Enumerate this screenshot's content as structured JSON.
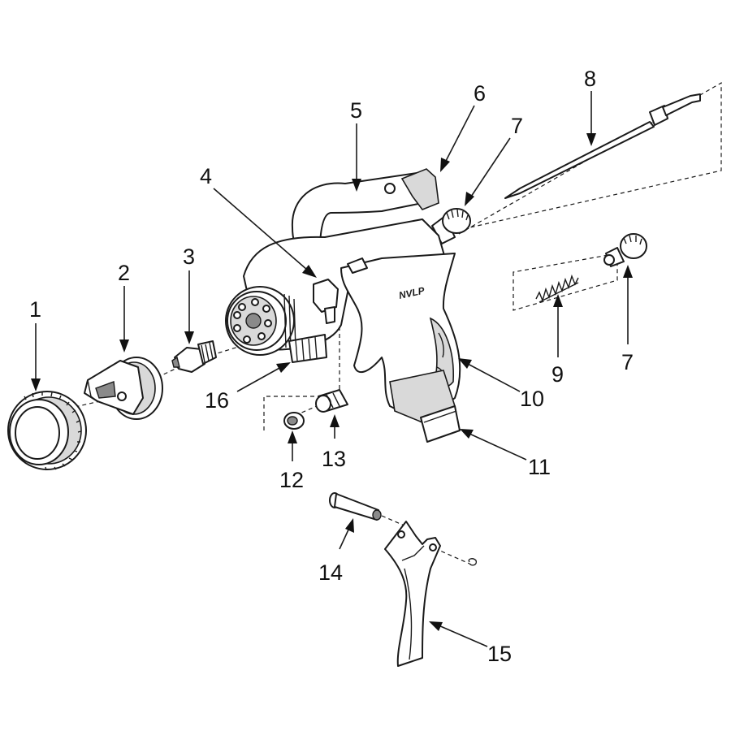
{
  "diagram": {
    "brand_text": "NVLP",
    "callouts": [
      {
        "id": "1",
        "label": "1"
      },
      {
        "id": "2",
        "label": "2"
      },
      {
        "id": "3",
        "label": "3"
      },
      {
        "id": "4",
        "label": "4"
      },
      {
        "id": "5",
        "label": "5"
      },
      {
        "id": "6",
        "label": "6"
      },
      {
        "id": "7a",
        "label": "7"
      },
      {
        "id": "8",
        "label": "8"
      },
      {
        "id": "9",
        "label": "9"
      },
      {
        "id": "7b",
        "label": "7"
      },
      {
        "id": "10",
        "label": "10"
      },
      {
        "id": "11",
        "label": "11"
      },
      {
        "id": "12",
        "label": "12"
      },
      {
        "id": "13",
        "label": "13"
      },
      {
        "id": "14",
        "label": "14"
      },
      {
        "id": "15",
        "label": "15"
      },
      {
        "id": "16",
        "label": "16"
      }
    ]
  }
}
